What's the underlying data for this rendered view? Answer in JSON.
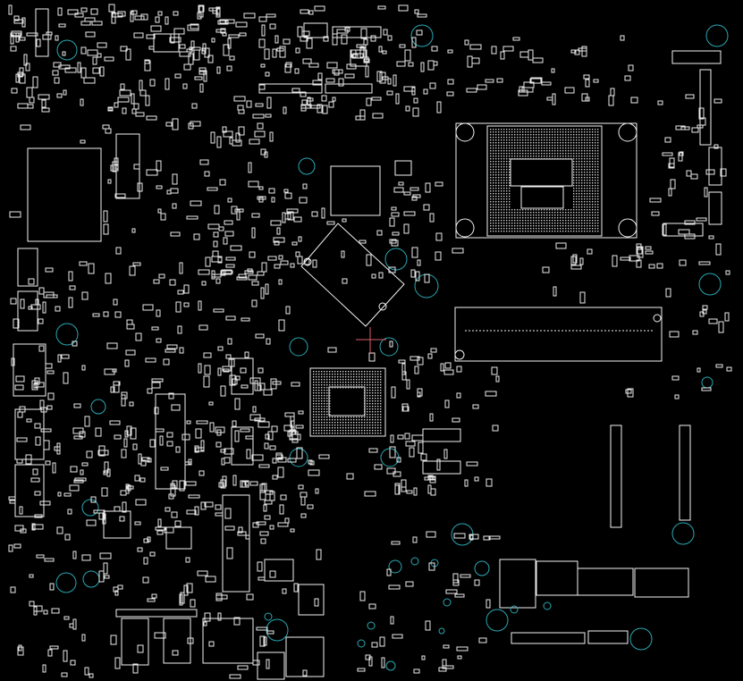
{
  "view": {
    "background": "#000000",
    "outline_color": "#f2f2f2",
    "via_color": "#2aa7b3",
    "crosshair_color": "#d65b6a"
  },
  "major_components": [
    {
      "id": "cpu-socket",
      "kind": "bga-socket"
    },
    {
      "id": "pch-chip",
      "kind": "bga"
    },
    {
      "id": "tilted-qfp-chip",
      "kind": "qfp"
    },
    {
      "id": "memory-slot",
      "kind": "slot"
    },
    {
      "id": "left-module-block",
      "kind": "module"
    },
    {
      "id": "left-connector-stack",
      "kind": "connector"
    },
    {
      "id": "bottom-io-connectors",
      "kind": "connector"
    }
  ],
  "mounting_holes": 34,
  "crosshair_marker": {
    "present": true
  }
}
